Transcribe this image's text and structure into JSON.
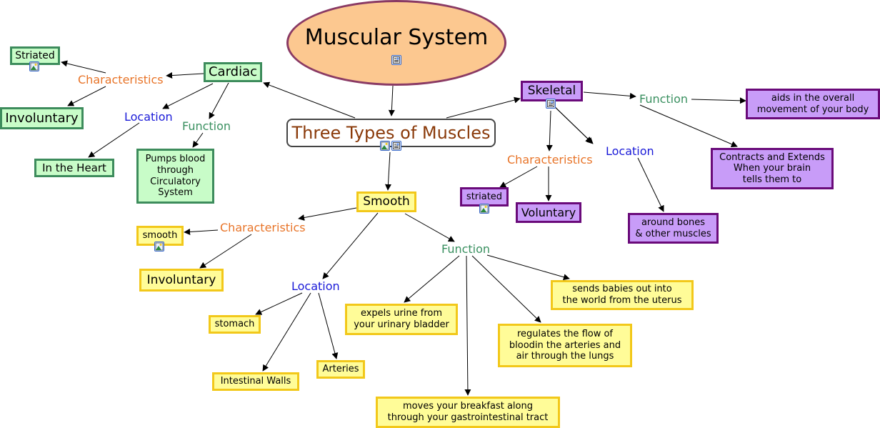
{
  "title": "Muscular System",
  "hub": "Three Types of Muscles",
  "colors": {
    "cardiac_fill": "#c8fcc8",
    "cardiac_border": "#3d8c5c",
    "skeletal_fill": "#c89cf8",
    "skeletal_border": "#6a0a7a",
    "smooth_fill": "#fffc98",
    "smooth_border": "#f2c81a",
    "root_fill": "#fcc890",
    "root_border": "#8a3a64",
    "characteristics_label": "#e87428",
    "location_label": "#1a1ad8",
    "function_label": "#3a9060"
  },
  "cardiac": {
    "name": "Cardiac",
    "characteristics_label": "Characteristics",
    "location_label": "Location",
    "function_label": "Function",
    "striated": "Striated",
    "involuntary": "Involuntary",
    "location": "In the Heart",
    "function": "Pumps blood\nthrough\nCirculatory\nSystem"
  },
  "skeletal": {
    "name": "Skeletal",
    "characteristics_label": "Characteristics",
    "location_label": "Location",
    "function_label": "Function",
    "striated": "striated",
    "voluntary": "Voluntary",
    "location": "around bones\n& other muscles",
    "function_1": "aids in the overall\nmovement of your body",
    "function_2": "Contracts and Extends\nWhen your brain\ntells them to"
  },
  "smooth": {
    "name": "Smooth",
    "characteristics_label": "Characteristics",
    "location_label": "Location",
    "function_label": "Function",
    "smooth": "smooth",
    "involuntary": "Involuntary",
    "location_1": "stomach",
    "location_2": "Intestinal Walls",
    "location_3": "Arteries",
    "function_1": "expels urine from\nyour urinary bladder",
    "function_2": "moves your breakfast along\nthrough your gastrointestinal tract",
    "function_3": "regulates the flow of\nbloodin the arteries and\nair through the lungs",
    "function_4": "sends babies out into\nthe world from the uterus"
  },
  "icons": {
    "document": "document-resource-icon",
    "image": "image-resource-icon"
  }
}
